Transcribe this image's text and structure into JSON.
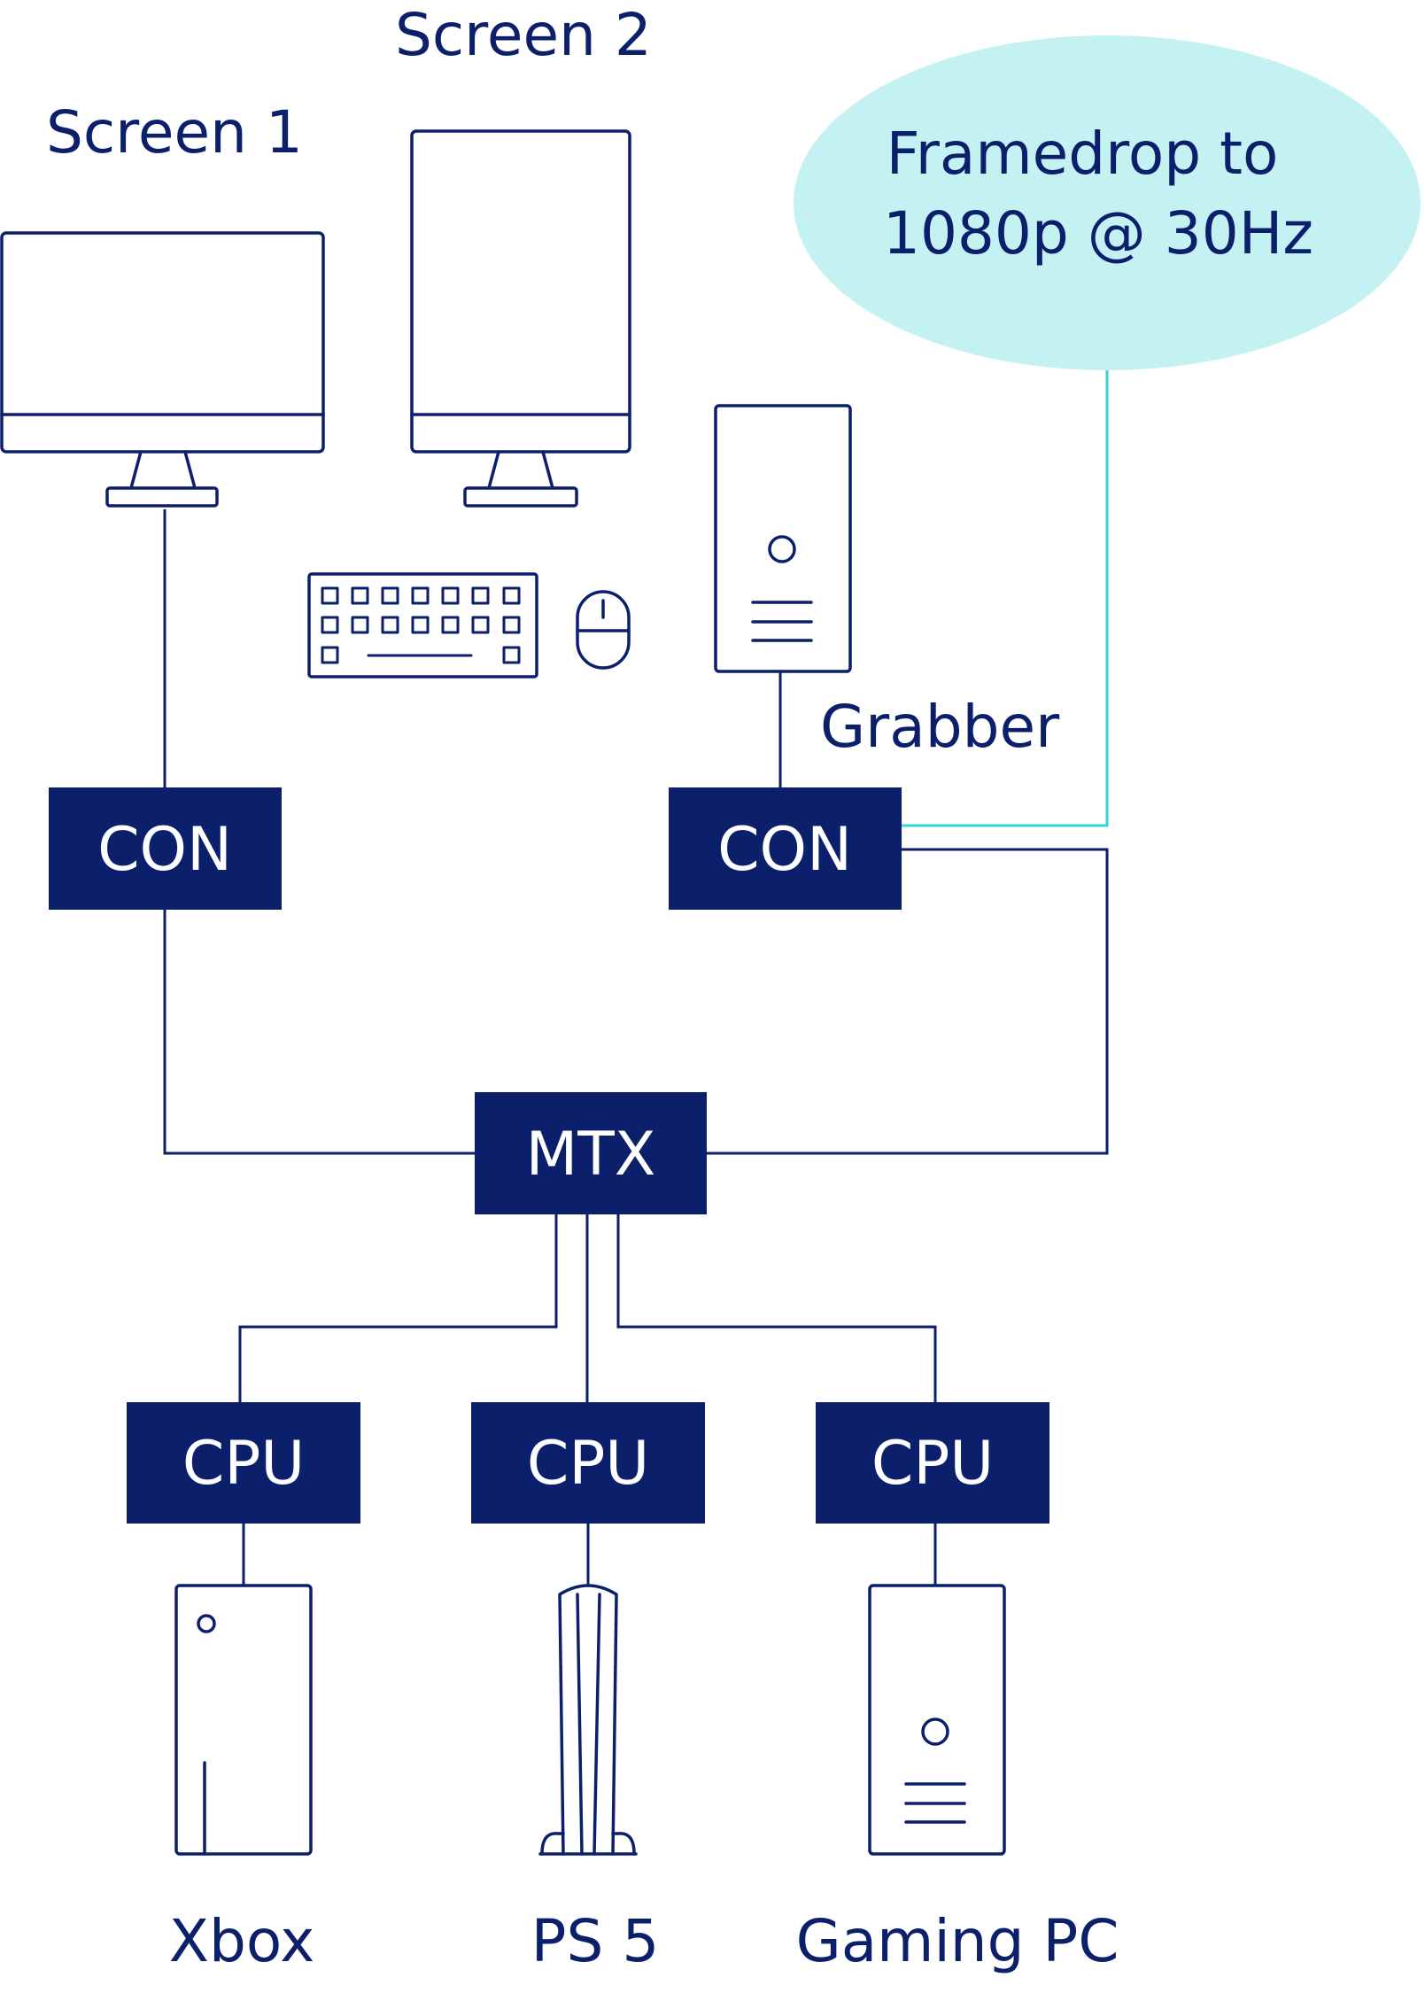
{
  "labels": {
    "screen1": "Screen 1",
    "screen2": "Screen 2",
    "grabber": "Grabber",
    "callout": [
      "Framedrop to",
      "1080p @ 30Hz"
    ],
    "xbox": "Xbox",
    "ps5": "PS 5",
    "gaming_pc": "Gaming PC"
  },
  "boxes": {
    "con_left": "CON",
    "con_right": "CON",
    "mtx": "MTX",
    "cpu_left": "CPU",
    "cpu_middle": "CPU",
    "cpu_right": "CPU"
  },
  "colors": {
    "navy": "#0b1f6b",
    "callout_fill": "#c4f1f2",
    "cyan_line": "#36d3d8"
  },
  "icons": [
    "monitor-icon",
    "keyboard-icon",
    "mouse-icon",
    "pc-tower-icon",
    "xbox-console-icon",
    "ps5-console-icon"
  ]
}
